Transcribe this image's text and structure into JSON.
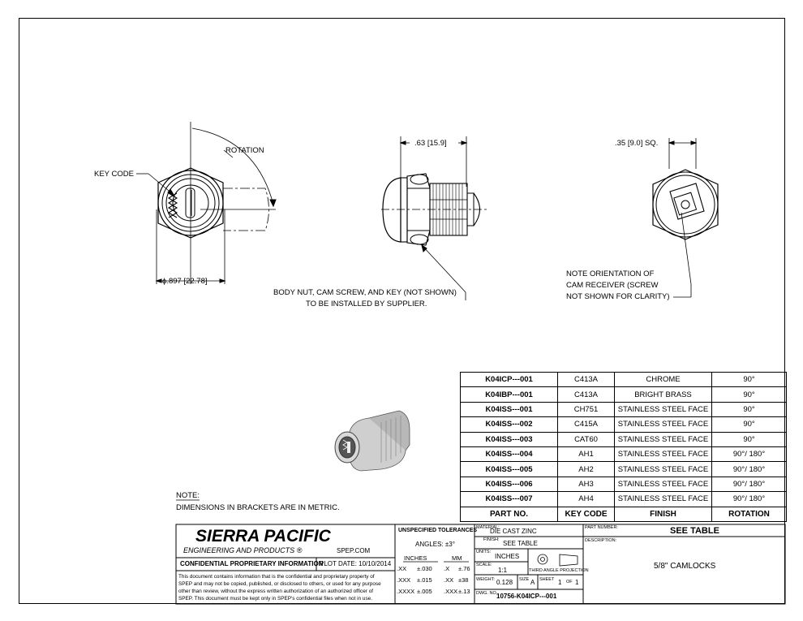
{
  "views": {
    "rotation_label": "ROTATION",
    "key_code_label": "KEY CODE",
    "diameter_dim": "ϕ.897 [22.78]",
    "length_dim": ".63 [15.9]",
    "square_dim": ".35 [9.0] SQ.",
    "body_nut_note_line1": "BODY NUT, CAM SCREW, AND KEY (NOT SHOWN)",
    "body_nut_note_line2": "TO BE INSTALLED BY SUPPLIER.",
    "orientation_note_line1": "NOTE ORIENTATION OF",
    "orientation_note_line2": "CAM RECEIVER (SCREW",
    "orientation_note_line3": "NOT SHOWN FOR CLARITY)"
  },
  "note": {
    "heading": "NOTE:",
    "text": "DIMENSIONS IN BRACKETS ARE IN METRIC."
  },
  "parts_table": {
    "headers": [
      "PART NO.",
      "KEY CODE",
      "FINISH",
      "ROTATION"
    ],
    "rows": [
      [
        "K04ICP---001",
        "C413A",
        "CHROME",
        "90°"
      ],
      [
        "K04IBP---001",
        "C413A",
        "BRIGHT BRASS",
        "90°"
      ],
      [
        "K04ISS---001",
        "CH751",
        "STAINLESS STEEL FACE",
        "90°"
      ],
      [
        "K04ISS---002",
        "C415A",
        "STAINLESS STEEL FACE",
        "90°"
      ],
      [
        "K04ISS---003",
        "CAT60",
        "STAINLESS STEEL FACE",
        "90°"
      ],
      [
        "K04ISS---004",
        "AH1",
        "STAINLESS STEEL FACE",
        "90°/ 180°"
      ],
      [
        "K04ISS---005",
        "AH2",
        "STAINLESS STEEL FACE",
        "90°/ 180°"
      ],
      [
        "K04ISS---006",
        "AH3",
        "STAINLESS STEEL FACE",
        "90°/ 180°"
      ],
      [
        "K04ISS---007",
        "AH4",
        "STAINLESS STEEL FACE",
        "90°/ 180°"
      ]
    ]
  },
  "title_block": {
    "company": "SIERRA PACIFIC",
    "company_sub": "ENGINEERING AND PRODUCTS",
    "registered": "®",
    "website": "SPEP.COM",
    "confidential_heading": "CONFIDENTIAL PROPRIETARY INFORMATION",
    "plot_date": "PLOT DATE: 10/10/2014",
    "confidential_text": [
      "This document contains information that is the confidential and proprietary property of",
      "SPEP and may not be copied, published, or disclosed to others, or used for any purpose",
      "other than review, without the express written authorization of an authorized officer of",
      "SPEP. This document must be kept only in SPEP's confidential files when not in use."
    ],
    "tolerances_heading": "UNSPECIFIED TOLERANCES",
    "angles": "ANGLES: ±3°",
    "inches_heading": "INCHES",
    "mm_heading": "MM",
    "tolerances": [
      [
        ".XX",
        "±.030",
        ".X",
        "±.76"
      ],
      [
        ".XXX",
        "±.015",
        ".XX",
        "±38"
      ],
      [
        ".XXXX",
        "±.005",
        ".XXX",
        "±.13"
      ]
    ],
    "material_label": "MATERIAL:",
    "material": "DIE CAST ZINC",
    "finish_label": "FINISH:",
    "finish": "SEE TABLE",
    "units_label": "UNITS:",
    "units": "INCHES",
    "projection": "THIRD ANGLE PROJECTION",
    "scale_label": "SCALE:",
    "scale": "1:1",
    "weight_label": "WEIGHT:",
    "weight": "0.128",
    "size_label": "SIZE",
    "size": "A",
    "sheet_label": "SHEET",
    "sheet": "1",
    "of_label": "OF",
    "sheet_total": "1",
    "dwg_label": "DWG. NO.",
    "dwg_no": "10756-K04ICP---001",
    "part_number_label": "PART NUMBER:",
    "part_number": "SEE TABLE",
    "description_label": "DESCRIPTION:",
    "description": "5/8\" CAMLOCKS"
  }
}
